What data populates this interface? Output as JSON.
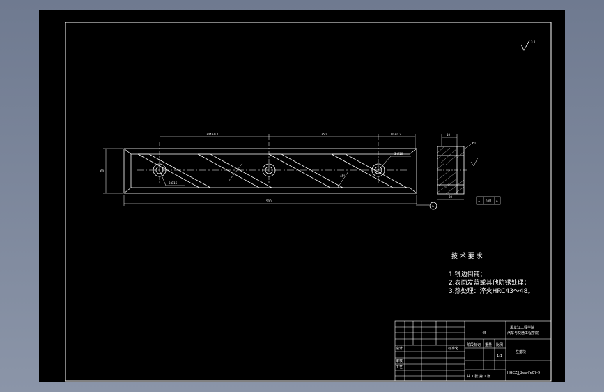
{
  "roughness_symbol": "3.2",
  "front_view": {
    "dims_top": [
      "304±0.2",
      "350",
      "80±0.2"
    ],
    "dim_overall_length": "500",
    "dim_height": "60",
    "hole_note_left": "3-Ø16",
    "hole_note_right": "3-Ø16",
    "angle_label": "45°",
    "datum_marker": "A"
  },
  "side_view": {
    "dim_top_width": "10",
    "dim_bottom_width": "30",
    "chamfer_label": "C1",
    "flatness_symbol": "⏥",
    "flatness_value": "0.01",
    "flatness_datum": "A"
  },
  "requirements": {
    "title": "技 术 要 求",
    "items": [
      "1.锐边倒钝；",
      "2.表面发蓝或其他防锈处理；",
      "3.热处理：淬火HRC43～48。"
    ]
  },
  "title_block": {
    "material": "45",
    "school_line1": "黑龙江工程学院",
    "school_line2": "汽车与交通工程学院",
    "part_name": "左垫块",
    "drawing_no": "HGCZJJJ2ee-Fe07-9",
    "scale": "1:1",
    "sheet_info": "共 7 张  第 1 张",
    "label_designer": "设计",
    "label_standard": "标准化",
    "label_review": "审核",
    "label_process": "工艺",
    "label_stage": "阶段标记",
    "label_weight": "重量",
    "label_scale": "比例"
  }
}
